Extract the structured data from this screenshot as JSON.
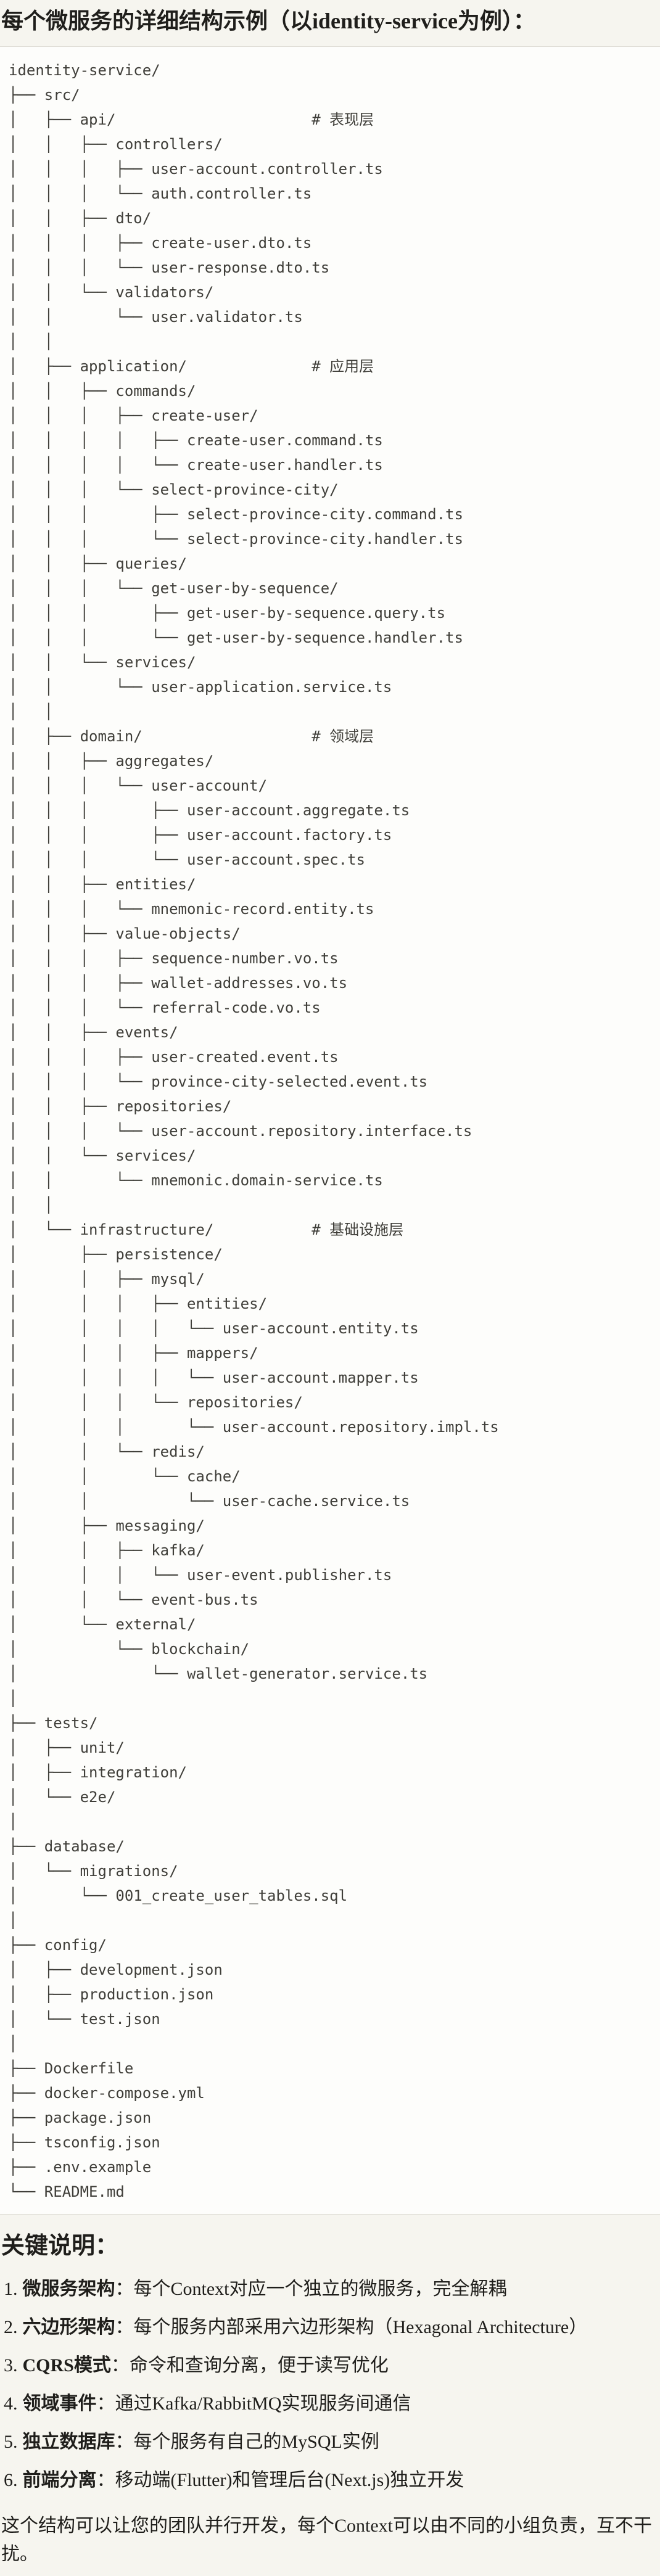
{
  "title": "每个微服务的详细结构示例（以identity-service为例）：",
  "tree": {
    "lines": [
      "identity-service/",
      "├── src/",
      "│   ├── api/                      # 表现层",
      "│   │   ├── controllers/",
      "│   │   │   ├── user-account.controller.ts",
      "│   │   │   └── auth.controller.ts",
      "│   │   ├── dto/",
      "│   │   │   ├── create-user.dto.ts",
      "│   │   │   └── user-response.dto.ts",
      "│   │   └── validators/",
      "│   │       └── user.validator.ts",
      "│   │",
      "│   ├── application/              # 应用层",
      "│   │   ├── commands/",
      "│   │   │   ├── create-user/",
      "│   │   │   │   ├── create-user.command.ts",
      "│   │   │   │   └── create-user.handler.ts",
      "│   │   │   └── select-province-city/",
      "│   │   │       ├── select-province-city.command.ts",
      "│   │   │       └── select-province-city.handler.ts",
      "│   │   ├── queries/",
      "│   │   │   └── get-user-by-sequence/",
      "│   │   │       ├── get-user-by-sequence.query.ts",
      "│   │   │       └── get-user-by-sequence.handler.ts",
      "│   │   └── services/",
      "│   │       └── user-application.service.ts",
      "│   │",
      "│   ├── domain/                   # 领域层",
      "│   │   ├── aggregates/",
      "│   │   │   └── user-account/",
      "│   │   │       ├── user-account.aggregate.ts",
      "│   │   │       ├── user-account.factory.ts",
      "│   │   │       └── user-account.spec.ts",
      "│   │   ├── entities/",
      "│   │   │   └── mnemonic-record.entity.ts",
      "│   │   ├── value-objects/",
      "│   │   │   ├── sequence-number.vo.ts",
      "│   │   │   ├── wallet-addresses.vo.ts",
      "│   │   │   └── referral-code.vo.ts",
      "│   │   ├── events/",
      "│   │   │   ├── user-created.event.ts",
      "│   │   │   └── province-city-selected.event.ts",
      "│   │   ├── repositories/",
      "│   │   │   └── user-account.repository.interface.ts",
      "│   │   └── services/",
      "│   │       └── mnemonic.domain-service.ts",
      "│   │",
      "│   └── infrastructure/           # 基础设施层",
      "│       ├── persistence/",
      "│       │   ├── mysql/",
      "│       │   │   ├── entities/",
      "│       │   │   │   └── user-account.entity.ts",
      "│       │   │   ├── mappers/",
      "│       │   │   │   └── user-account.mapper.ts",
      "│       │   │   └── repositories/",
      "│       │   │       └── user-account.repository.impl.ts",
      "│       │   └── redis/",
      "│       │       └── cache/",
      "│       │           └── user-cache.service.ts",
      "│       ├── messaging/",
      "│       │   ├── kafka/",
      "│       │   │   └── user-event.publisher.ts",
      "│       │   └── event-bus.ts",
      "│       └── external/",
      "│           └── blockchain/",
      "│               └── wallet-generator.service.ts",
      "│",
      "├── tests/",
      "│   ├── unit/",
      "│   ├── integration/",
      "│   └── e2e/",
      "│",
      "├── database/",
      "│   └── migrations/",
      "│       └── 001_create_user_tables.sql",
      "│",
      "├── config/",
      "│   ├── development.json",
      "│   ├── production.json",
      "│   └── test.json",
      "│",
      "├── Dockerfile",
      "├── docker-compose.yml",
      "├── package.json",
      "├── tsconfig.json",
      "├── .env.example",
      "└── README.md"
    ]
  },
  "notes": {
    "heading": "关键说明：",
    "items": [
      {
        "num": "1.",
        "label": "微服务架构",
        "rest": "：每个Context对应一个独立的微服务，完全解耦"
      },
      {
        "num": "2.",
        "label": "六边形架构",
        "rest": "：每个服务内部采用六边形架构（Hexagonal Architecture）"
      },
      {
        "num": "3.",
        "label": "CQRS模式",
        "rest": "：命令和查询分离，便于读写优化"
      },
      {
        "num": "4.",
        "label": "领域事件",
        "rest": "：通过Kafka/RabbitMQ实现服务间通信"
      },
      {
        "num": "5.",
        "label": "独立数据库",
        "rest": "：每个服务有自己的MySQL实例"
      },
      {
        "num": "6.",
        "label": "前端分离",
        "rest": "：移动端(Flutter)和管理后台(Next.js)独立开发"
      }
    ],
    "footer": "这个结构可以让您的团队并行开发，每个Context可以由不同的小组负责，互不干扰。"
  },
  "colors": {
    "page_bg": "#f6f5ef",
    "code_bg": "#fdfdfb",
    "code_border": "#dfddd6",
    "code_text": "#3f3e39",
    "text": "#1f1e1b"
  }
}
